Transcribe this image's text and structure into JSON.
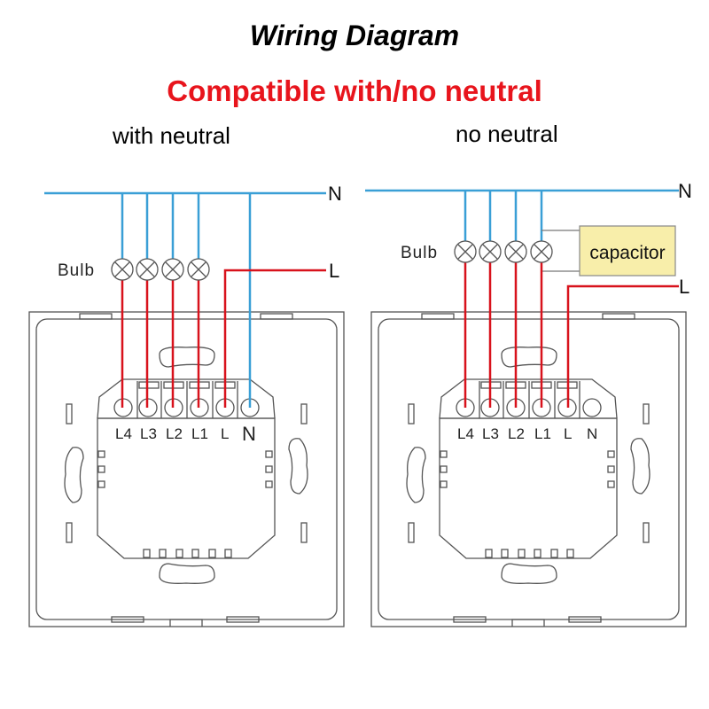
{
  "header": {
    "title": "Wiring Diagram",
    "subtitle": "Compatible with/no neutral"
  },
  "colors": {
    "neutral_wire": "#3a9fd6",
    "live_wire": "#d8121c",
    "subtitle": "#e8141c",
    "capacitor_fill": "#f8eeaa"
  },
  "diagrams": [
    {
      "label": "with neutral",
      "neutral_label": "N",
      "live_label": "L",
      "bulb_label": "Bulb",
      "bulb_count": 4,
      "terminals": [
        "L4",
        "L3",
        "L2",
        "L1",
        "L",
        "N"
      ],
      "neutral_connected": true
    },
    {
      "label": "no neutral",
      "neutral_label": "N",
      "live_label": "L",
      "bulb_label": "Bulb",
      "bulb_count": 4,
      "terminals": [
        "L4",
        "L3",
        "L2",
        "L1",
        "L",
        "N"
      ],
      "neutral_connected": false,
      "capacitor_label": "capacitor"
    }
  ]
}
